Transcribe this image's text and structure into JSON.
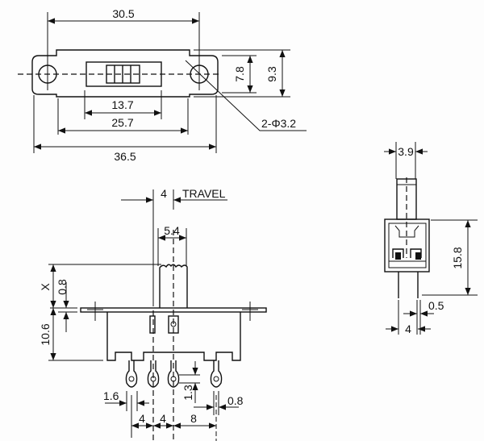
{
  "top_view": {
    "hole_pitch": "30.5",
    "actuator_height": "7.8",
    "body_height": "9.3",
    "slot_length": "13.7",
    "body_length": "25.7",
    "overall_length": "36.5",
    "hole_callout": "2-Φ3.2"
  },
  "side_view": {
    "travel_value": "4",
    "travel_label": "TRAVEL",
    "actuator_width": "5.4",
    "actuator_height": "X",
    "flange_thickness": "0.8",
    "body_height": "10.6",
    "terminal_width": "1.6",
    "terminal_hole": "1.3",
    "terminal_thickness": "0.8",
    "pitch_1": "4",
    "pitch_2": "4",
    "pitch_3": "8"
  },
  "front_view": {
    "actuator_width": "3.9",
    "total_height": "15.8",
    "pin_thickness": "0.5",
    "pin_pitch": "4"
  }
}
